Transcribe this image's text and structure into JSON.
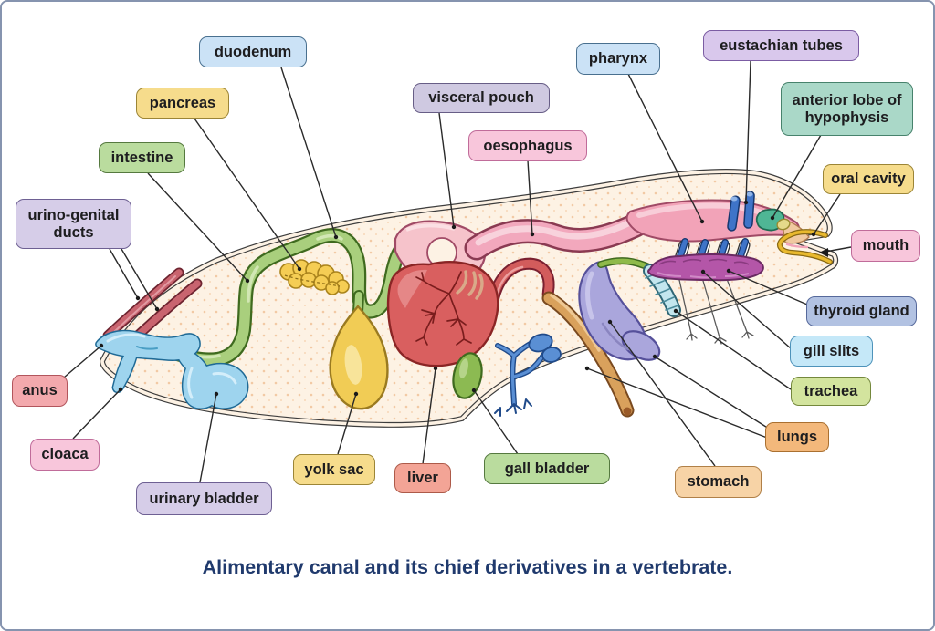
{
  "figure": {
    "caption": "Alimentary canal and its chief derivatives in a vertebrate."
  },
  "labels": {
    "duodenum": "duodenum",
    "pancreas": "pancreas",
    "intestine": "intestine",
    "urino_genital_ducts": "urino-genital ducts",
    "anus": "anus",
    "cloaca": "cloaca",
    "urinary_bladder": "urinary bladder",
    "yolk_sac": "yolk sac",
    "liver": "liver",
    "gall_bladder": "gall bladder",
    "stomach": "stomach",
    "lungs": "lungs",
    "trachea": "trachea",
    "gill_slits": "gill slits",
    "thyroid_gland": "thyroid gland",
    "mouth": "mouth",
    "oral_cavity": "oral cavity",
    "anterior_lobe_of_hypophysis": "anterior lobe of hypophysis",
    "eustachian_tubes": "eustachian tubes",
    "pharynx": "pharynx",
    "visceral_pouch": "visceral pouch",
    "oesophagus": "oesophagus"
  },
  "colors": {
    "frame_border": "#8694af",
    "caption_text": "#203a6d",
    "body_fill": "#fdf2e4",
    "body_outline": "#3d3d3d",
    "stipple": "#e9a86f",
    "intestine_green": "#a9cf7d",
    "duct_red": "#c9646f",
    "cloaca_blue": "#9ed4ee",
    "yolk_yellow": "#f1cc55",
    "pancreas_yellow": "#f5cd54",
    "liver_red": "#d95f5f",
    "gall_green": "#8cba52",
    "oesophagus_pink": "#f2a8bd",
    "pouch_pink": "#f6c3cb",
    "stomach_violet": "#aaa6dc",
    "lung_tan": "#d9a15c",
    "trachea_blue": "#c3e6ee",
    "gill_band_magenta": "#b456a8",
    "gill_bar_blue": "#3f74c8",
    "hypophysis_teal": "#4fb695",
    "oral_yellow": "#e9b92e",
    "leader_line": "#2a2a2a"
  }
}
